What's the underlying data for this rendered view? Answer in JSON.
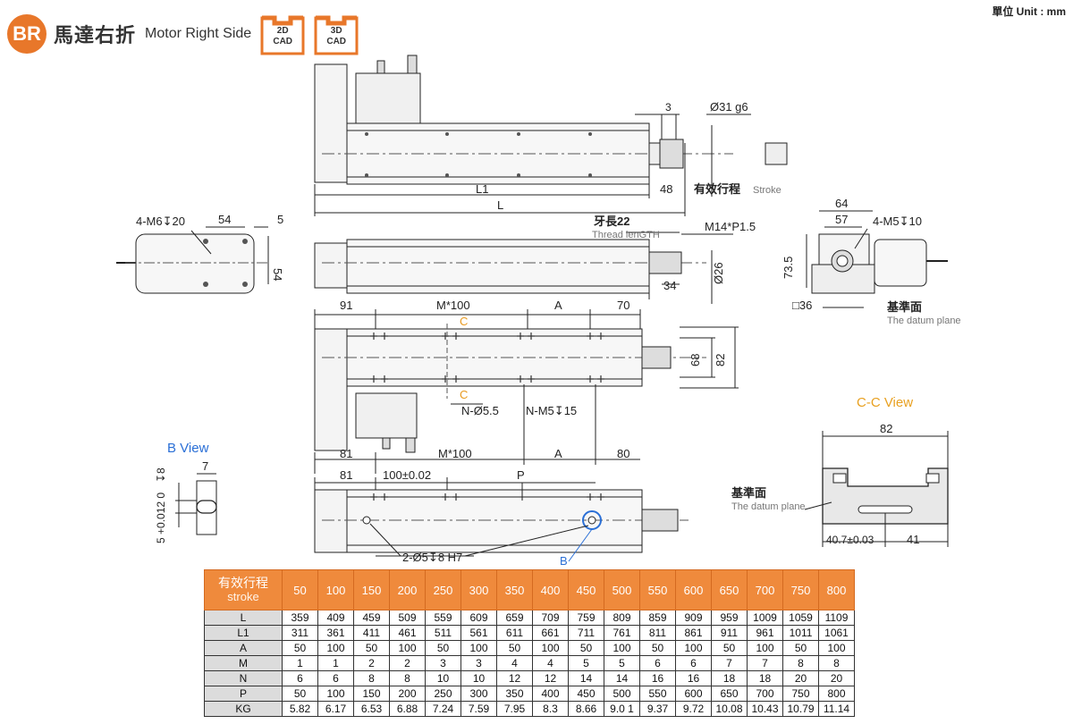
{
  "header": {
    "badge": "BR",
    "title_cn": "馬達右折",
    "title_en": "Motor Right Side",
    "cad2d": [
      "2D",
      "CAD"
    ],
    "cad3d": [
      "3D",
      "CAD"
    ],
    "unit": "單位 Unit : mm"
  },
  "labels": {
    "top_3": "3",
    "top_dia": "Ø31 g6",
    "L1": "L1",
    "L": "L",
    "d48": "48",
    "stroke_cn": "有效行程",
    "stroke_en": "Stroke",
    "m6": "4-M6",
    "m6depth": "20",
    "d54a": "54",
    "d5": "5",
    "d54b": "54",
    "thread_cn": "牙長22",
    "thread_en": "Thread lenGTH",
    "m14": "M14*P1.5",
    "d34": "34",
    "d26": "Ø26",
    "d64": "64",
    "d57": "57",
    "m5": "4-M5",
    "m5depth": "10",
    "d735": "73.5",
    "sq36": "□36",
    "datum_cn": "基準面",
    "datum_en": "The datum plane",
    "d91": "91",
    "m100a": "M*100",
    "A1": "A",
    "d70": "70",
    "C1": "C",
    "C2": "C",
    "d68": "68",
    "d82a": "82",
    "n55": "N-Ø5.5",
    "nm5": "N-M5",
    "nm5depth": "15",
    "d81a": "81",
    "m100b": "M*100",
    "A2": "A",
    "d80": "80",
    "d81b": "81",
    "d100": "100±0.02",
    "P": "P",
    "pin": "2-Ø5",
    "pindepth": "8 H7",
    "B": "B",
    "bview": "B View",
    "d7": "7",
    "tol": "5 +0.012 0",
    "tol8": "8",
    "cview": "C-C View",
    "d82b": "82",
    "datum2_cn": "基準面",
    "datum2_en": "The datum plane",
    "d407": "40.7±0.03",
    "d41": "41"
  },
  "table": {
    "corner_cn": "有效行程",
    "corner_en": "stroke",
    "strokes": [
      "50",
      "100",
      "150",
      "200",
      "250",
      "300",
      "350",
      "400",
      "450",
      "500",
      "550",
      "600",
      "650",
      "700",
      "750",
      "800"
    ],
    "rows": [
      {
        "name": "L",
        "values": [
          "359",
          "409",
          "459",
          "509",
          "559",
          "609",
          "659",
          "709",
          "759",
          "809",
          "859",
          "909",
          "959",
          "1009",
          "1059",
          "1109"
        ]
      },
      {
        "name": "L1",
        "values": [
          "311",
          "361",
          "411",
          "461",
          "511",
          "561",
          "611",
          "661",
          "711",
          "761",
          "811",
          "861",
          "911",
          "961",
          "1011",
          "1061"
        ]
      },
      {
        "name": "A",
        "values": [
          "50",
          "100",
          "50",
          "100",
          "50",
          "100",
          "50",
          "100",
          "50",
          "100",
          "50",
          "100",
          "50",
          "100",
          "50",
          "100"
        ]
      },
      {
        "name": "M",
        "values": [
          "1",
          "1",
          "2",
          "2",
          "3",
          "3",
          "4",
          "4",
          "5",
          "5",
          "6",
          "6",
          "7",
          "7",
          "8",
          "8"
        ]
      },
      {
        "name": "N",
        "values": [
          "6",
          "6",
          "8",
          "8",
          "10",
          "10",
          "12",
          "12",
          "14",
          "14",
          "16",
          "16",
          "18",
          "18",
          "20",
          "20"
        ]
      },
      {
        "name": "P",
        "values": [
          "50",
          "100",
          "150",
          "200",
          "250",
          "300",
          "350",
          "400",
          "450",
          "500",
          "550",
          "600",
          "650",
          "700",
          "750",
          "800"
        ]
      },
      {
        "name": "KG",
        "values": [
          "5.82",
          "6.17",
          "6.53",
          "6.88",
          "7.24",
          "7.59",
          "7.95",
          "8.3",
          "8.66",
          "9.0 1",
          "9.37",
          "9.72",
          "10.08",
          "10.43",
          "10.79",
          "11.14"
        ]
      }
    ]
  }
}
